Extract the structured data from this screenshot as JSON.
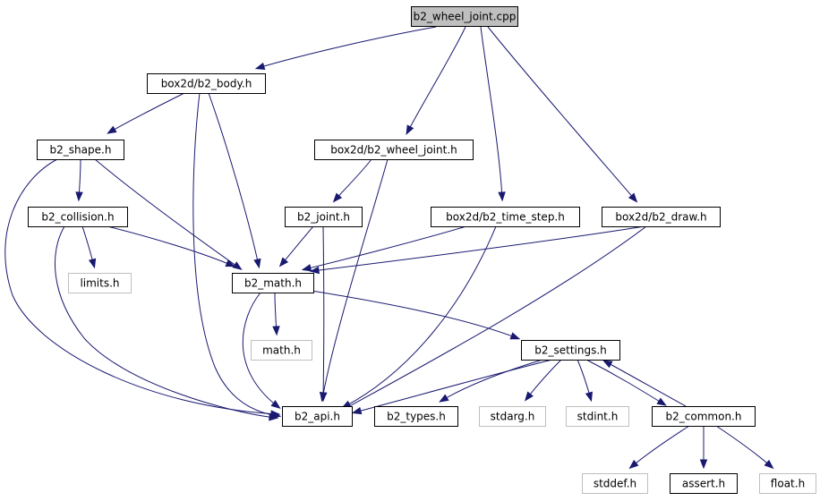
{
  "colors": {
    "edge": "#191970",
    "root_fill": "#bfbfbf",
    "documented_border": "#000000",
    "system_border": "#bfbfbf",
    "system_text": "#3f3f3f"
  },
  "nodes": [
    {
      "id": "wheel_cpp",
      "label": "b2_wheel_joint.cpp",
      "kind": "root"
    },
    {
      "id": "body",
      "label": "box2d/b2_body.h",
      "kind": "header"
    },
    {
      "id": "shape",
      "label": "b2_shape.h",
      "kind": "header"
    },
    {
      "id": "wheel_h",
      "label": "box2d/b2_wheel_joint.h",
      "kind": "header"
    },
    {
      "id": "collision",
      "label": "b2_collision.h",
      "kind": "header"
    },
    {
      "id": "joint",
      "label": "b2_joint.h",
      "kind": "header"
    },
    {
      "id": "timestep",
      "label": "box2d/b2_time_step.h",
      "kind": "header"
    },
    {
      "id": "draw",
      "label": "box2d/b2_draw.h",
      "kind": "header"
    },
    {
      "id": "limits",
      "label": "limits.h",
      "kind": "system"
    },
    {
      "id": "math",
      "label": "b2_math.h",
      "kind": "header"
    },
    {
      "id": "mathh",
      "label": "math.h",
      "kind": "system"
    },
    {
      "id": "settings",
      "label": "b2_settings.h",
      "kind": "header"
    },
    {
      "id": "api",
      "label": "b2_api.h",
      "kind": "header"
    },
    {
      "id": "types",
      "label": "b2_types.h",
      "kind": "header"
    },
    {
      "id": "stdarg",
      "label": "stdarg.h",
      "kind": "system"
    },
    {
      "id": "stdint",
      "label": "stdint.h",
      "kind": "system"
    },
    {
      "id": "common",
      "label": "b2_common.h",
      "kind": "header"
    },
    {
      "id": "stddef",
      "label": "stddef.h",
      "kind": "system"
    },
    {
      "id": "assert",
      "label": "assert.h",
      "kind": "header"
    },
    {
      "id": "float",
      "label": "float.h",
      "kind": "system"
    }
  ],
  "edges": [
    {
      "from": "wheel_cpp",
      "to": "body"
    },
    {
      "from": "wheel_cpp",
      "to": "wheel_h"
    },
    {
      "from": "wheel_cpp",
      "to": "timestep"
    },
    {
      "from": "wheel_cpp",
      "to": "draw"
    },
    {
      "from": "body",
      "to": "shape"
    },
    {
      "from": "body",
      "to": "math"
    },
    {
      "from": "body",
      "to": "api"
    },
    {
      "from": "shape",
      "to": "collision"
    },
    {
      "from": "shape",
      "to": "math"
    },
    {
      "from": "shape",
      "to": "api"
    },
    {
      "from": "collision",
      "to": "limits"
    },
    {
      "from": "collision",
      "to": "math"
    },
    {
      "from": "collision",
      "to": "api"
    },
    {
      "from": "wheel_h",
      "to": "joint"
    },
    {
      "from": "wheel_h",
      "to": "api"
    },
    {
      "from": "joint",
      "to": "math"
    },
    {
      "from": "joint",
      "to": "api"
    },
    {
      "from": "timestep",
      "to": "math"
    },
    {
      "from": "timestep",
      "to": "api"
    },
    {
      "from": "draw",
      "to": "math"
    },
    {
      "from": "draw",
      "to": "api"
    },
    {
      "from": "math",
      "to": "mathh"
    },
    {
      "from": "math",
      "to": "settings"
    },
    {
      "from": "math",
      "to": "api"
    },
    {
      "from": "settings",
      "to": "api"
    },
    {
      "from": "settings",
      "to": "types"
    },
    {
      "from": "settings",
      "to": "stdarg"
    },
    {
      "from": "settings",
      "to": "stdint"
    },
    {
      "from": "settings",
      "to": "common"
    },
    {
      "from": "common",
      "to": "settings"
    },
    {
      "from": "common",
      "to": "stddef"
    },
    {
      "from": "common",
      "to": "assert"
    },
    {
      "from": "common",
      "to": "float"
    }
  ]
}
